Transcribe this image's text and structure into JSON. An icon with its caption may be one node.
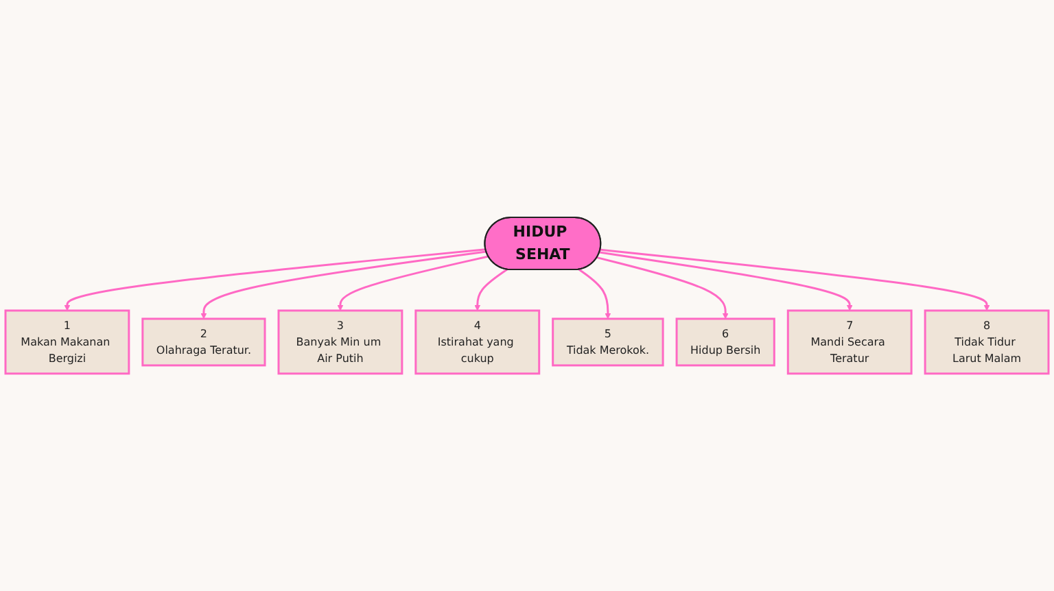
{
  "diagram": {
    "nodes": [
      {
        "text": [
          "HIDUP SEHAT"
        ]
      },
      {
        "text": [
          "1",
          "Makan Makanan Bergizi"
        ]
      },
      {
        "text": [
          "2",
          "Olahraga Teratur."
        ]
      },
      {
        "text": [
          "3",
          "Banyak Min um Air Putih"
        ]
      },
      {
        "text": [
          "4",
          "Istirahat yang cukup"
        ]
      },
      {
        "text": [
          "5",
          "Tidak Merokok."
        ]
      },
      {
        "text": [
          "6",
          "Hidup Bersih"
        ]
      },
      {
        "text": [
          "7",
          "Mandi Secara Teratur"
        ]
      },
      {
        "text": [
          "8",
          "Tidak Tidur Larut Malam"
        ]
      }
    ],
    "edges": [
      {
        "from": 0,
        "to": 1,
        "arrow": "to"
      },
      {
        "from": 0,
        "to": 2,
        "arrow": "to"
      },
      {
        "from": 0,
        "to": 3,
        "arrow": "to"
      },
      {
        "from": 0,
        "to": 4,
        "arrow": "to"
      },
      {
        "from": 0,
        "to": 5,
        "arrow": "to"
      },
      {
        "from": 0,
        "to": 6,
        "arrow": "to"
      },
      {
        "from": 0,
        "to": 7,
        "arrow": "to"
      },
      {
        "from": 0,
        "to": 8,
        "arrow": "to"
      }
    ]
  }
}
